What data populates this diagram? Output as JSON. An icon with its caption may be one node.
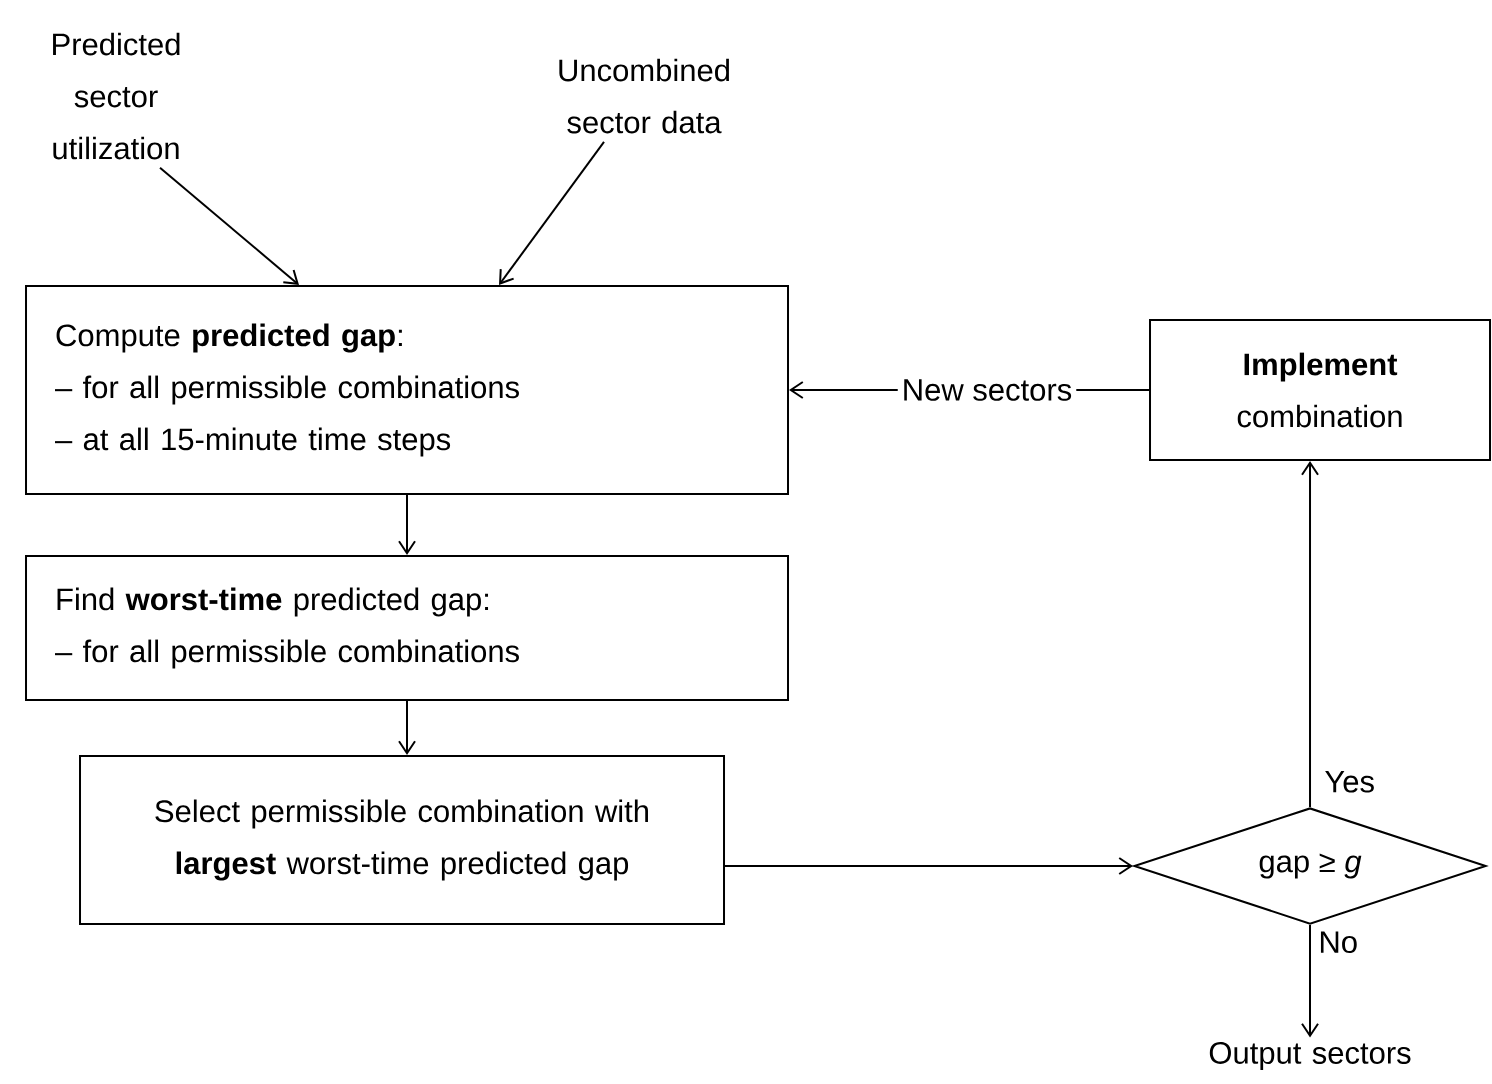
{
  "diagram": {
    "nodes": [
      {
        "text": [
          "Predicted sector utilization"
        ]
      },
      {
        "text": [
          "Uncombined sector data"
        ]
      },
      {
        "text": [
          "Compute **predicted gap**:",
          "– for all permissible combinations",
          "– at all 15-minute time steps"
        ]
      },
      {
        "text": [
          "Find **worst-time** predicted gap:",
          "– for all permissible combinations"
        ]
      },
      {
        "text": [
          "Select permissible combination with **largest** worst-time predicted gap"
        ]
      },
      {
        "text": [
          "gap ≥ *g*"
        ]
      },
      {
        "text": [
          "**Implement**",
          "combination"
        ]
      },
      {
        "text": [
          "Output sectors"
        ]
      }
    ],
    "edges": [
      {
        "from": 0,
        "to": 2,
        "arrow": "to"
      },
      {
        "from": 1,
        "to": 2,
        "arrow": "to"
      },
      {
        "from": 2,
        "to": 3,
        "arrow": "to"
      },
      {
        "from": 3,
        "to": 4,
        "arrow": "to"
      },
      {
        "from": 4,
        "to": 5,
        "arrow": "to"
      },
      {
        "from": 5,
        "to": 6,
        "arrow": "to",
        "label": "Yes"
      },
      {
        "from": 5,
        "to": 7,
        "arrow": "to",
        "label": "No"
      },
      {
        "from": 6,
        "to": 2,
        "arrow": "to",
        "label": "New sectors"
      }
    ]
  }
}
